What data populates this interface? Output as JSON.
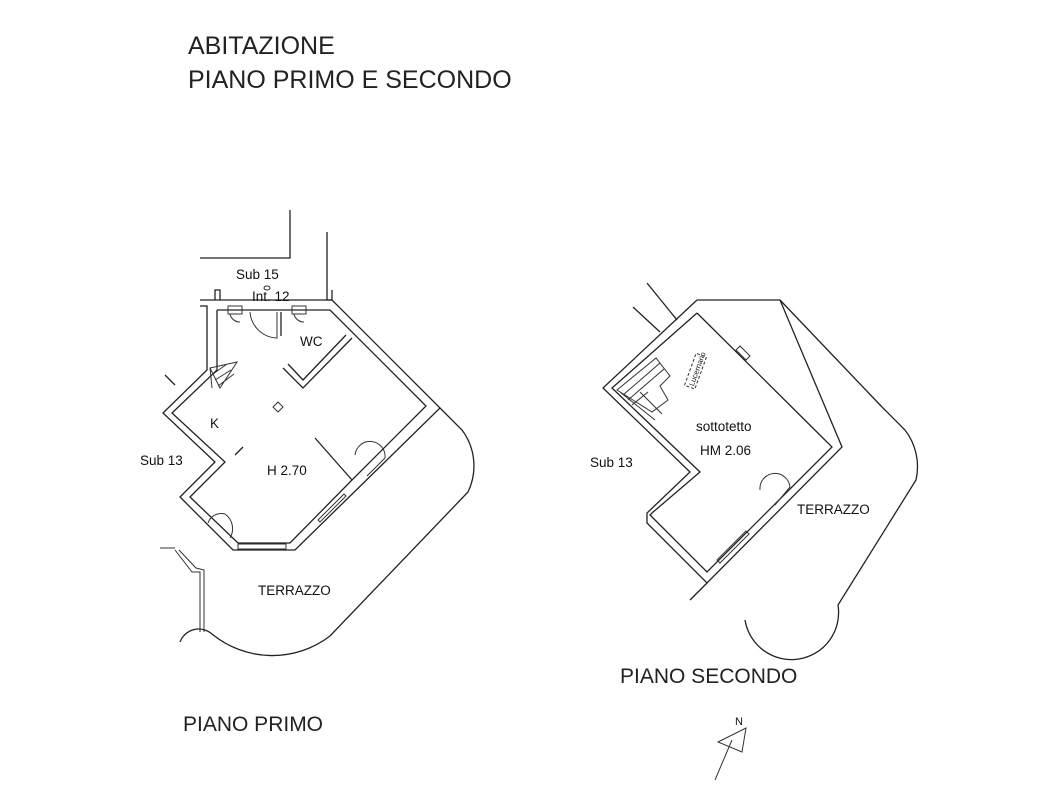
{
  "title": {
    "line1": "ABITAZIONE",
    "line2": "PIANO PRIMO E SECONDO"
  },
  "piano_primo": {
    "label": "PIANO PRIMO",
    "sub_north": "Sub 15",
    "entrance": "Int. 12",
    "wc": "WC",
    "kitchen": "K",
    "sub_west": "Sub 13",
    "height": "H 2.70",
    "terrace": "TERRAZZO"
  },
  "piano_secondo": {
    "label": "PIANO SECONDO",
    "room": "sottotetto",
    "height": "HM 2.06",
    "sub_west": "Sub 13",
    "terrace": "TERRAZZO",
    "skylight": "Lucernario"
  },
  "north_arrow": {
    "label": "N"
  }
}
